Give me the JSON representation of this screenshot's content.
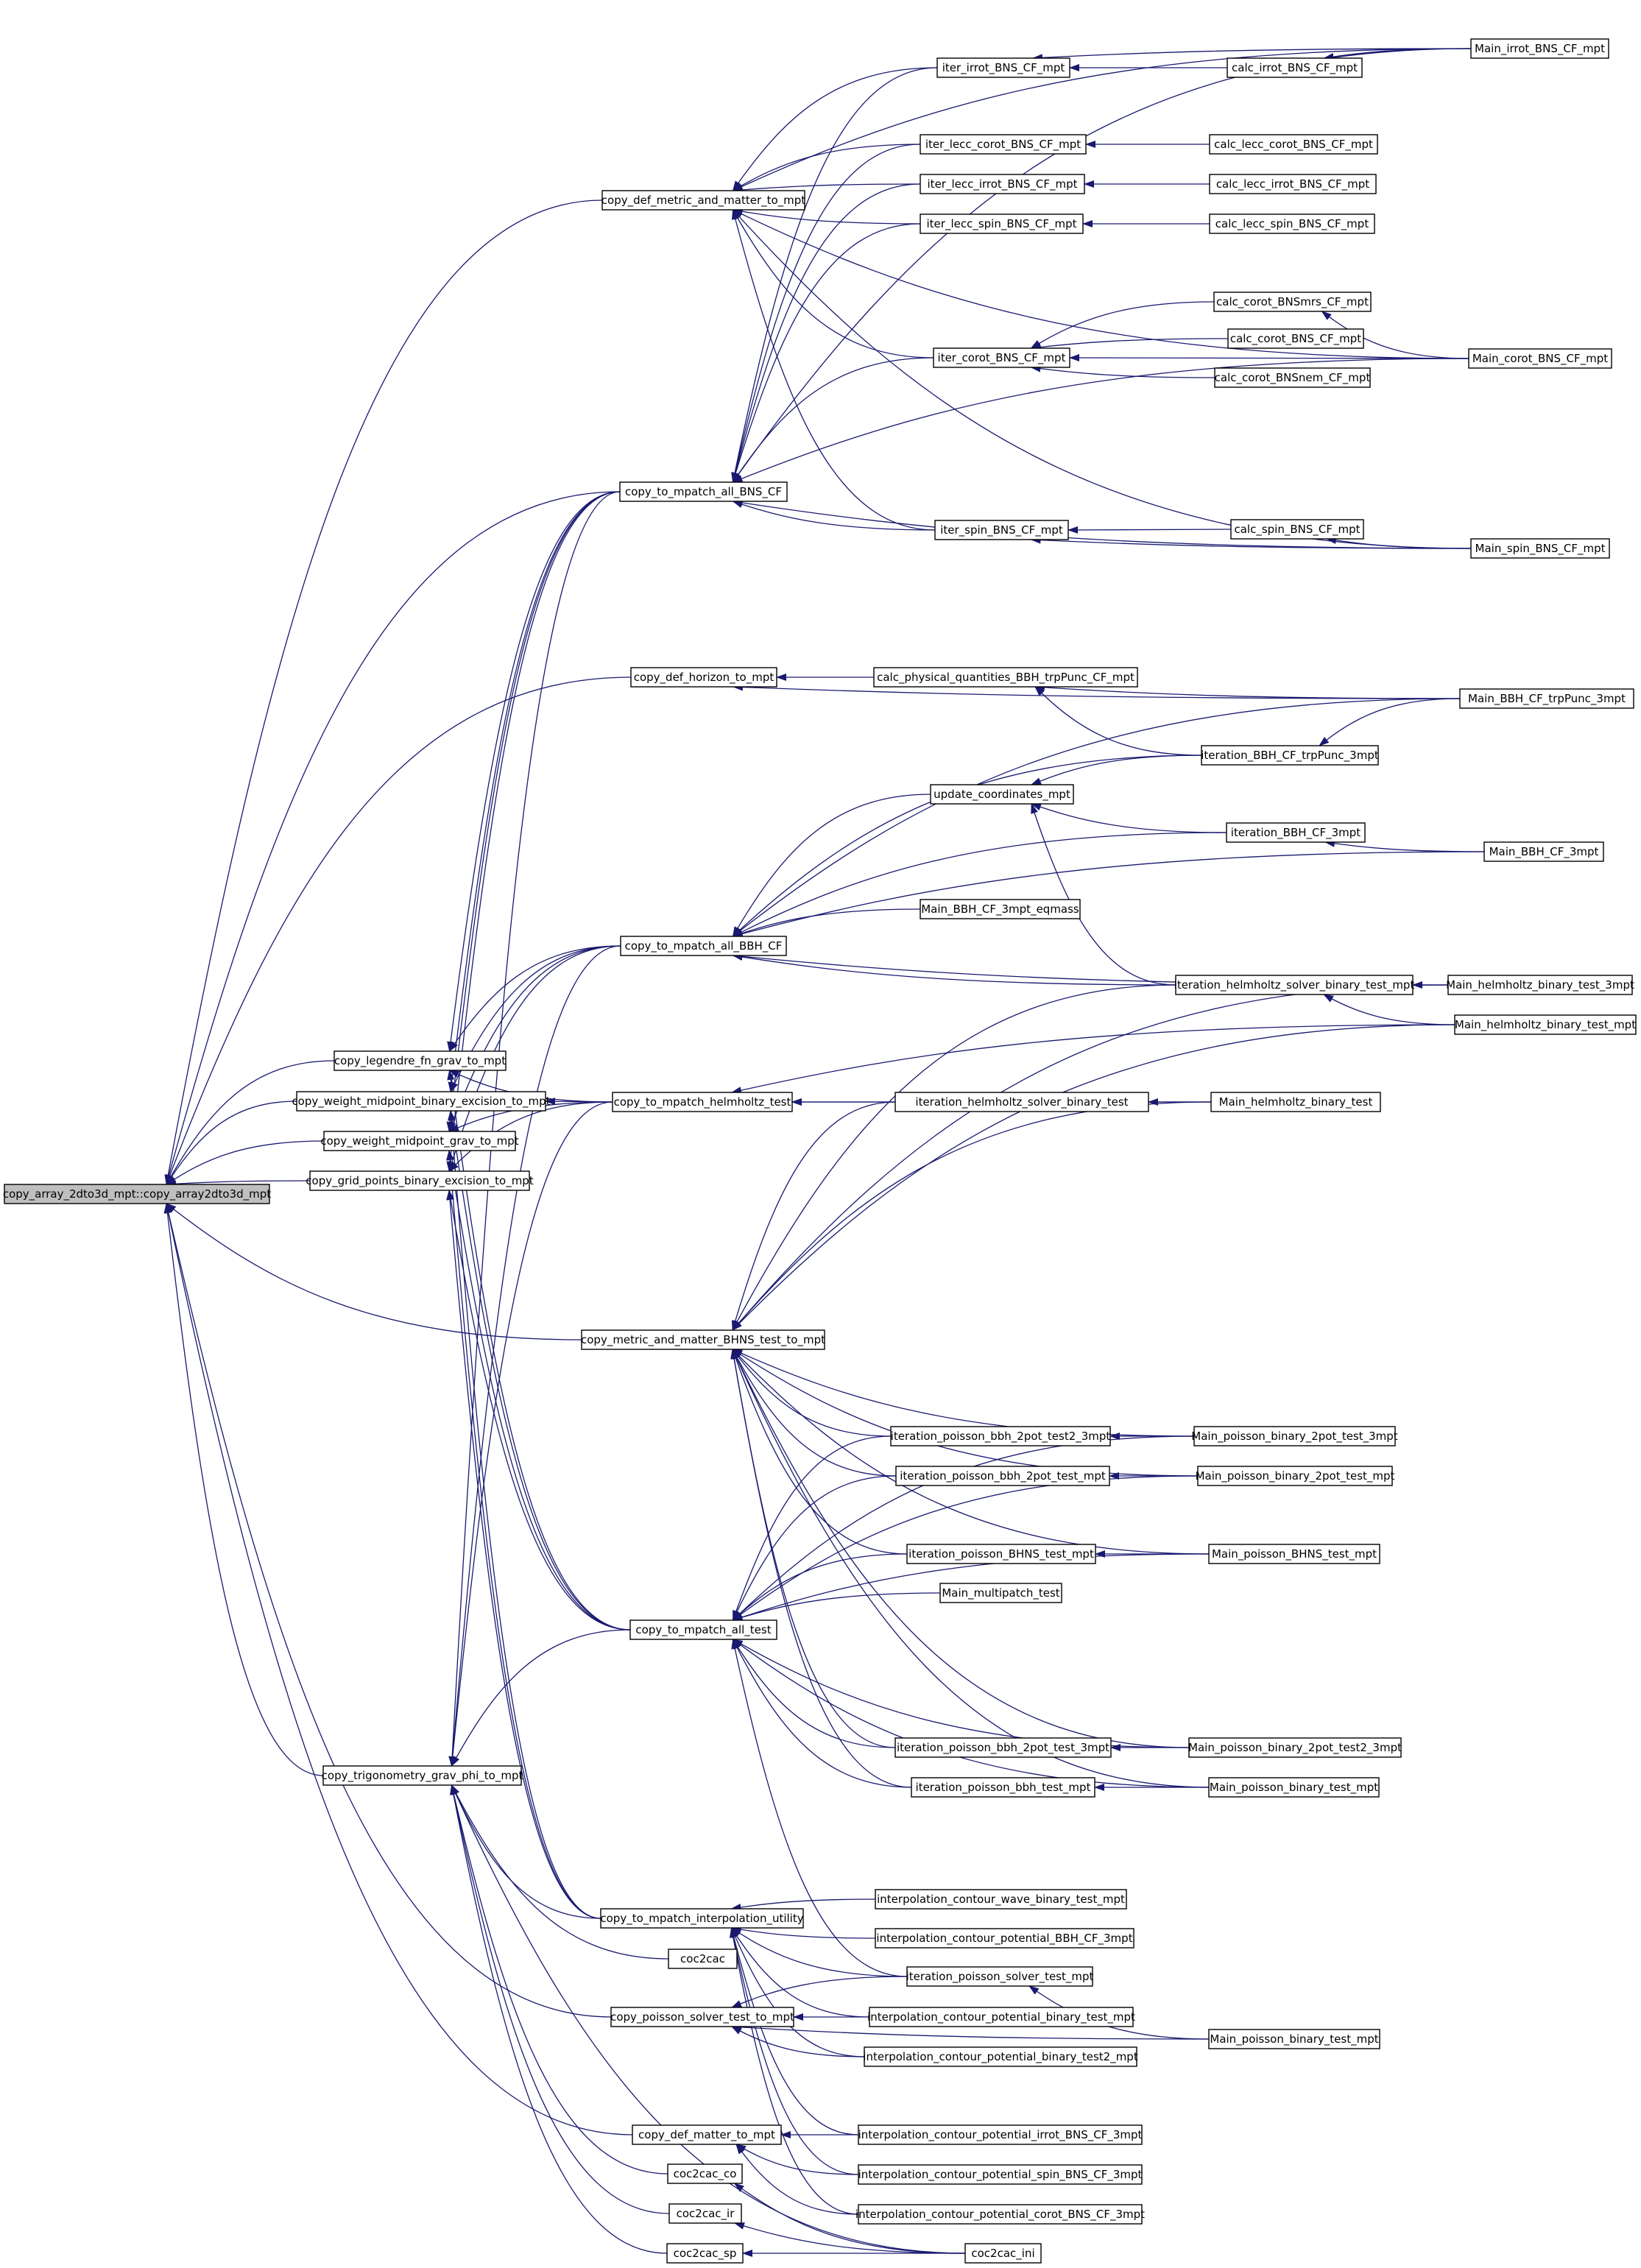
{
  "diagram": {
    "type": "caller-graph",
    "colors": {
      "edge": "#191970",
      "node_border": "#000000",
      "root_fill": "#bfbfbf",
      "node_fill": "#ffffff"
    },
    "nodes": [
      {
        "id": "root",
        "label": "copy_array_2dto3d_mpt::copy_array2dto3d_mpt"
      },
      {
        "id": "copy_def_metric",
        "label": "copy_def_metric_and_matter_to_mpt"
      },
      {
        "id": "iter_irrot",
        "label": "iter_irrot_BNS_CF_mpt"
      },
      {
        "id": "calc_irrot",
        "label": "calc_irrot_BNS_CF_mpt"
      },
      {
        "id": "Main_irrot",
        "label": "Main_irrot_BNS_CF_mpt"
      },
      {
        "id": "iter_lecc_corot",
        "label": "iter_lecc_corot_BNS_CF_mpt"
      },
      {
        "id": "calc_lecc_corot",
        "label": "calc_lecc_corot_BNS_CF_mpt"
      },
      {
        "id": "iter_lecc_irrot",
        "label": "iter_lecc_irrot_BNS_CF_mpt"
      },
      {
        "id": "calc_lecc_irrot",
        "label": "calc_lecc_irrot_BNS_CF_mpt"
      },
      {
        "id": "iter_lecc_spin",
        "label": "iter_lecc_spin_BNS_CF_mpt"
      },
      {
        "id": "calc_lecc_spin",
        "label": "calc_lecc_spin_BNS_CF_mpt"
      },
      {
        "id": "calc_corot_mrs",
        "label": "calc_corot_BNSmrs_CF_mpt"
      },
      {
        "id": "iter_corot",
        "label": "iter_corot_BNS_CF_mpt"
      },
      {
        "id": "calc_corot",
        "label": "calc_corot_BNS_CF_mpt"
      },
      {
        "id": "Main_corot",
        "label": "Main_corot_BNS_CF_mpt"
      },
      {
        "id": "calc_corot_nem",
        "label": "calc_corot_BNSnem_CF_mpt"
      },
      {
        "id": "copy_all_BNS",
        "label": "copy_to_mpatch_all_BNS_CF"
      },
      {
        "id": "iter_spin",
        "label": "iter_spin_BNS_CF_mpt"
      },
      {
        "id": "calc_spin",
        "label": "calc_spin_BNS_CF_mpt"
      },
      {
        "id": "Main_spin",
        "label": "Main_spin_BNS_CF_mpt"
      },
      {
        "id": "copy_def_horizon",
        "label": "copy_def_horizon_to_mpt"
      },
      {
        "id": "calc_phys_BBH",
        "label": "calc_physical_quantities_BBH_trpPunc_CF_mpt"
      },
      {
        "id": "Main_BBH_trp",
        "label": "Main_BBH_CF_trpPunc_3mpt"
      },
      {
        "id": "iter_BBH_trp",
        "label": "iteration_BBH_CF_trpPunc_3mpt"
      },
      {
        "id": "update_coord",
        "label": "update_coordinates_mpt"
      },
      {
        "id": "iter_BBH_3mpt",
        "label": "iteration_BBH_CF_3mpt"
      },
      {
        "id": "Main_BBH_3mpt",
        "label": "Main_BBH_CF_3mpt"
      },
      {
        "id": "Main_BBH_eqmass",
        "label": "Main_BBH_CF_3mpt_eqmass"
      },
      {
        "id": "copy_all_BBH",
        "label": "copy_to_mpatch_all_BBH_CF"
      },
      {
        "id": "iter_helm_mpt",
        "label": "iteration_helmholtz_solver_binary_test_mpt"
      },
      {
        "id": "Main_helm_3mpt",
        "label": "Main_helmholtz_binary_test_3mpt"
      },
      {
        "id": "Main_helm_mpt",
        "label": "Main_helmholtz_binary_test_mpt"
      },
      {
        "id": "copy_legendre",
        "label": "copy_legendre_fn_grav_to_mpt"
      },
      {
        "id": "copy_wmp_bin",
        "label": "copy_weight_midpoint_binary_excision_to_mpt"
      },
      {
        "id": "copy_helm",
        "label": "copy_to_mpatch_helmholtz_test"
      },
      {
        "id": "iter_helm",
        "label": "iteration_helmholtz_solver_binary_test"
      },
      {
        "id": "Main_helm",
        "label": "Main_helmholtz_binary_test"
      },
      {
        "id": "copy_wmp_grav",
        "label": "copy_weight_midpoint_grav_to_mpt"
      },
      {
        "id": "copy_grid",
        "label": "copy_grid_points_binary_excision_to_mpt"
      },
      {
        "id": "copy_BHNS",
        "label": "copy_metric_and_matter_BHNS_test_to_mpt"
      },
      {
        "id": "iter_pbbh_2pt2_3",
        "label": "iteration_poisson_bbh_2pot_test2_3mpt"
      },
      {
        "id": "Main_pb_2pt_3",
        "label": "Main_poisson_binary_2pot_test_3mpt"
      },
      {
        "id": "iter_pbbh_2pt",
        "label": "iteration_poisson_bbh_2pot_test_mpt"
      },
      {
        "id": "Main_pb_2pt",
        "label": "Main_poisson_binary_2pot_test_mpt"
      },
      {
        "id": "iter_pBHNS",
        "label": "iteration_poisson_BHNS_test_mpt"
      },
      {
        "id": "Main_pBHNS",
        "label": "Main_poisson_BHNS_test_mpt"
      },
      {
        "id": "Main_multi",
        "label": "Main_multipatch_test"
      },
      {
        "id": "copy_all_test",
        "label": "copy_to_mpatch_all_test"
      },
      {
        "id": "iter_pbbh_2pt_3",
        "label": "iteration_poisson_bbh_2pot_test_3mpt"
      },
      {
        "id": "Main_pb_2pt2_3",
        "label": "Main_poisson_binary_2pot_test2_3mpt"
      },
      {
        "id": "copy_trig",
        "label": "copy_trigonometry_grav_phi_to_mpt"
      },
      {
        "id": "iter_pbbh",
        "label": "iteration_poisson_bbh_test_mpt"
      },
      {
        "id": "Main_pb_test",
        "label": "Main_poisson_binary_test_mpt"
      },
      {
        "id": "copy_interp",
        "label": "copy_to_mpatch_interpolation_utility"
      },
      {
        "id": "interp_wave",
        "label": "interpolation_contour_wave_binary_test_mpt"
      },
      {
        "id": "interp_pot_BBH",
        "label": "interpolation_contour_potential_BBH_CF_3mpt"
      },
      {
        "id": "coc2cac",
        "label": "coc2cac"
      },
      {
        "id": "iter_psolver",
        "label": "iteration_poisson_solver_test_mpt"
      },
      {
        "id": "copy_psolver",
        "label": "copy_poisson_solver_test_to_mpt"
      },
      {
        "id": "interp_pot_bin",
        "label": "interpolation_contour_potential_binary_test_mpt"
      },
      {
        "id": "interp_pot_bin2",
        "label": "interpolation_contour_potential_binary_test2_mpt"
      },
      {
        "id": "Main_pb_test2",
        "label": "Main_poisson_binary_test_mpt"
      },
      {
        "id": "copy_def_matter",
        "label": "copy_def_matter_to_mpt"
      },
      {
        "id": "interp_irrot",
        "label": "interpolation_contour_potential_irrot_BNS_CF_3mpt"
      },
      {
        "id": "coc2cac_co",
        "label": "coc2cac_co"
      },
      {
        "id": "interp_spin",
        "label": "interpolation_contour_potential_spin_BNS_CF_3mpt"
      },
      {
        "id": "coc2cac_ir",
        "label": "coc2cac_ir"
      },
      {
        "id": "interp_corot",
        "label": "interpolation_contour_potential_corot_BNS_CF_3mpt"
      },
      {
        "id": "coc2cac_sp",
        "label": "coc2cac_sp"
      },
      {
        "id": "coc2cac_ini",
        "label": "coc2cac_ini"
      }
    ],
    "edges": [
      [
        "copy_def_metric",
        "root"
      ],
      [
        "copy_all_BNS",
        "root"
      ],
      [
        "copy_def_horizon",
        "root"
      ],
      [
        "copy_legendre",
        "root"
      ],
      [
        "copy_wmp_bin",
        "root"
      ],
      [
        "copy_wmp_grav",
        "root"
      ],
      [
        "copy_grid",
        "root"
      ],
      [
        "copy_BHNS",
        "root"
      ],
      [
        "copy_trig",
        "root"
      ],
      [
        "copy_psolver",
        "root"
      ],
      [
        "copy_def_matter",
        "root"
      ],
      [
        "iter_irrot",
        "copy_def_metric"
      ],
      [
        "iter_lecc_corot",
        "copy_def_metric"
      ],
      [
        "iter_lecc_irrot",
        "copy_def_metric"
      ],
      [
        "iter_lecc_spin",
        "copy_def_metric"
      ],
      [
        "iter_corot",
        "copy_def_metric"
      ],
      [
        "iter_spin",
        "copy_def_metric"
      ],
      [
        "Main_irrot",
        "copy_def_metric"
      ],
      [
        "Main_corot",
        "copy_def_metric"
      ],
      [
        "Main_spin",
        "copy_def_metric"
      ],
      [
        "calc_irrot",
        "iter_irrot"
      ],
      [
        "Main_irrot",
        "iter_irrot"
      ],
      [
        "Main_irrot",
        "calc_irrot"
      ],
      [
        "calc_lecc_corot",
        "iter_lecc_corot"
      ],
      [
        "calc_lecc_irrot",
        "iter_lecc_irrot"
      ],
      [
        "calc_lecc_spin",
        "iter_lecc_spin"
      ],
      [
        "calc_corot_mrs",
        "iter_corot"
      ],
      [
        "calc_corot",
        "iter_corot"
      ],
      [
        "calc_corot_nem",
        "iter_corot"
      ],
      [
        "Main_corot",
        "iter_corot"
      ],
      [
        "Main_corot",
        "calc_corot_mrs"
      ],
      [
        "iter_irrot",
        "copy_all_BNS"
      ],
      [
        "iter_lecc_corot",
        "copy_all_BNS"
      ],
      [
        "iter_lecc_irrot",
        "copy_all_BNS"
      ],
      [
        "iter_lecc_spin",
        "copy_all_BNS"
      ],
      [
        "iter_corot",
        "copy_all_BNS"
      ],
      [
        "iter_spin",
        "copy_all_BNS"
      ],
      [
        "Main_irrot",
        "copy_all_BNS"
      ],
      [
        "Main_corot",
        "copy_all_BNS"
      ],
      [
        "Main_spin",
        "copy_all_BNS"
      ],
      [
        "calc_spin",
        "iter_spin"
      ],
      [
        "Main_spin",
        "iter_spin"
      ],
      [
        "Main_spin",
        "calc_spin"
      ],
      [
        "calc_phys_BBH",
        "copy_def_horizon"
      ],
      [
        "Main_BBH_trp",
        "copy_def_horizon"
      ],
      [
        "Main_BBH_trp",
        "calc_phys_BBH"
      ],
      [
        "iter_BBH_trp",
        "calc_phys_BBH"
      ],
      [
        "Main_BBH_trp",
        "iter_BBH_trp"
      ],
      [
        "iter_BBH_trp",
        "update_coord"
      ],
      [
        "iter_BBH_3mpt",
        "update_coord"
      ],
      [
        "iter_helm_mpt",
        "update_coord"
      ],
      [
        "Main_BBH_3mpt",
        "iter_BBH_3mpt"
      ],
      [
        "iter_BBH_trp",
        "copy_all_BBH"
      ],
      [
        "update_coord",
        "copy_all_BBH"
      ],
      [
        "iter_BBH_3mpt",
        "copy_all_BBH"
      ],
      [
        "Main_BBH_3mpt",
        "copy_all_BBH"
      ],
      [
        "Main_BBH_eqmass",
        "copy_all_BBH"
      ],
      [
        "iter_helm_mpt",
        "copy_all_BBH"
      ],
      [
        "Main_helm_3mpt",
        "copy_all_BBH"
      ],
      [
        "Main_BBH_trp",
        "copy_all_BBH"
      ],
      [
        "Main_helm_3mpt",
        "iter_helm_mpt"
      ],
      [
        "Main_helm_mpt",
        "iter_helm_mpt"
      ],
      [
        "copy_all_BNS",
        "copy_legendre"
      ],
      [
        "copy_all_BBH",
        "copy_legendre"
      ],
      [
        "copy_helm",
        "copy_legendre"
      ],
      [
        "copy_all_test",
        "copy_legendre"
      ],
      [
        "copy_all_BNS",
        "copy_wmp_bin"
      ],
      [
        "copy_all_BBH",
        "copy_wmp_bin"
      ],
      [
        "copy_helm",
        "copy_wmp_bin"
      ],
      [
        "copy_all_test",
        "copy_wmp_bin"
      ],
      [
        "copy_interp",
        "copy_wmp_bin"
      ],
      [
        "copy_all_BNS",
        "copy_wmp_grav"
      ],
      [
        "copy_all_BBH",
        "copy_wmp_grav"
      ],
      [
        "copy_helm",
        "copy_wmp_grav"
      ],
      [
        "copy_all_test",
        "copy_wmp_grav"
      ],
      [
        "copy_interp",
        "copy_wmp_grav"
      ],
      [
        "copy_all_BNS",
        "copy_grid"
      ],
      [
        "copy_all_BBH",
        "copy_grid"
      ],
      [
        "copy_helm",
        "copy_grid"
      ],
      [
        "copy_all_test",
        "copy_grid"
      ],
      [
        "copy_interp",
        "copy_grid"
      ],
      [
        "iter_helm",
        "copy_helm"
      ],
      [
        "Main_helm",
        "copy_helm"
      ],
      [
        "Main_helm_mpt",
        "copy_helm"
      ],
      [
        "Main_helm",
        "iter_helm"
      ],
      [
        "iter_helm_mpt",
        "copy_BHNS"
      ],
      [
        "iter_helm",
        "copy_BHNS"
      ],
      [
        "Main_helm_3mpt",
        "copy_BHNS"
      ],
      [
        "Main_helm_mpt",
        "copy_BHNS"
      ],
      [
        "Main_helm",
        "copy_BHNS"
      ],
      [
        "iter_pbbh_2pt2_3",
        "copy_BHNS"
      ],
      [
        "iter_pbbh_2pt",
        "copy_BHNS"
      ],
      [
        "iter_pBHNS",
        "copy_BHNS"
      ],
      [
        "iter_pbbh_2pt_3",
        "copy_BHNS"
      ],
      [
        "iter_pbbh",
        "copy_BHNS"
      ],
      [
        "Main_pb_2pt_3",
        "copy_BHNS"
      ],
      [
        "Main_pb_2pt",
        "copy_BHNS"
      ],
      [
        "Main_pBHNS",
        "copy_BHNS"
      ],
      [
        "Main_pb_2pt2_3",
        "copy_BHNS"
      ],
      [
        "Main_pb_test",
        "copy_BHNS"
      ],
      [
        "Main_pb_2pt_3",
        "iter_pbbh_2pt2_3"
      ],
      [
        "Main_pb_2pt",
        "iter_pbbh_2pt"
      ],
      [
        "Main_pBHNS",
        "iter_pBHNS"
      ],
      [
        "Main_pb_2pt2_3",
        "iter_pbbh_2pt_3"
      ],
      [
        "Main_pb_test",
        "iter_pbbh"
      ],
      [
        "iter_pbbh_2pt2_3",
        "copy_all_test"
      ],
      [
        "iter_pbbh_2pt",
        "copy_all_test"
      ],
      [
        "iter_pBHNS",
        "copy_all_test"
      ],
      [
        "Main_multi",
        "copy_all_test"
      ],
      [
        "Main_pb_2pt_3",
        "copy_all_test"
      ],
      [
        "Main_pb_2pt",
        "copy_all_test"
      ],
      [
        "Main_pBHNS",
        "copy_all_test"
      ],
      [
        "iter_pbbh_2pt_3",
        "copy_all_test"
      ],
      [
        "iter_pbbh",
        "copy_all_test"
      ],
      [
        "Main_pb_2pt2_3",
        "copy_all_test"
      ],
      [
        "Main_pb_test",
        "copy_all_test"
      ],
      [
        "iter_psolver",
        "copy_all_test"
      ],
      [
        "copy_all_BNS",
        "copy_trig"
      ],
      [
        "copy_all_BBH",
        "copy_trig"
      ],
      [
        "copy_helm",
        "copy_trig"
      ],
      [
        "copy_all_test",
        "copy_trig"
      ],
      [
        "copy_interp",
        "copy_trig"
      ],
      [
        "coc2cac",
        "copy_trig"
      ],
      [
        "coc2cac_co",
        "copy_trig"
      ],
      [
        "coc2cac_ir",
        "copy_trig"
      ],
      [
        "coc2cac_sp",
        "copy_trig"
      ],
      [
        "coc2cac_ini",
        "copy_trig"
      ],
      [
        "interp_wave",
        "copy_interp"
      ],
      [
        "interp_pot_BBH",
        "copy_interp"
      ],
      [
        "iter_psolver",
        "copy_interp"
      ],
      [
        "interp_pot_bin",
        "copy_interp"
      ],
      [
        "interp_pot_bin2",
        "copy_interp"
      ],
      [
        "interp_irrot",
        "copy_interp"
      ],
      [
        "interp_spin",
        "copy_interp"
      ],
      [
        "interp_corot",
        "copy_interp"
      ],
      [
        "iter_psolver",
        "copy_psolver"
      ],
      [
        "interp_pot_bin",
        "copy_psolver"
      ],
      [
        "interp_pot_bin2",
        "copy_psolver"
      ],
      [
        "Main_pb_test2",
        "copy_psolver"
      ],
      [
        "Main_pb_test2",
        "iter_psolver"
      ],
      [
        "interp_irrot",
        "copy_def_matter"
      ],
      [
        "interp_spin",
        "copy_def_matter"
      ],
      [
        "interp_corot",
        "copy_def_matter"
      ],
      [
        "coc2cac_ini",
        "coc2cac_co"
      ],
      [
        "coc2cac_ini",
        "coc2cac_ir"
      ],
      [
        "coc2cac_ini",
        "coc2cac_sp"
      ]
    ]
  }
}
